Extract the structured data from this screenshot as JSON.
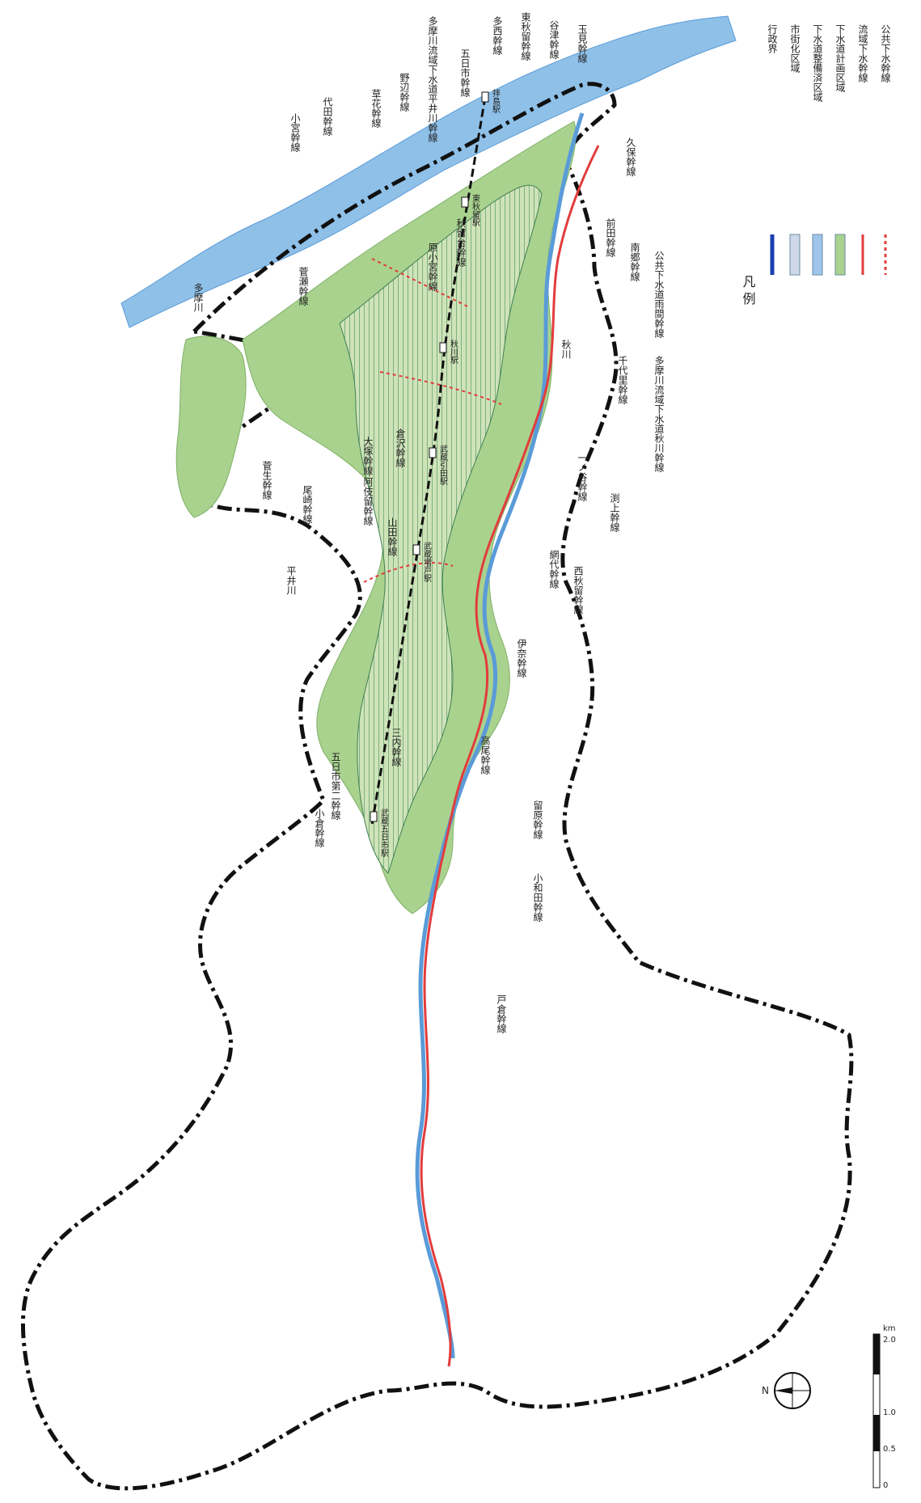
{
  "legend": {
    "title": "凡 例",
    "items": [
      {
        "label": "行政界",
        "color": "#1a3fb0"
      },
      {
        "label": "市街化区域",
        "color": "#cfd8e8"
      },
      {
        "label": "下水道整備済区域",
        "color": "#9fc6ea"
      },
      {
        "label": "下水道計画区域",
        "color": "#a9d28e"
      },
      {
        "label": "流域下水幹線",
        "color": "#e23c3c"
      },
      {
        "label": "公共下水幹線",
        "color": "#e23c3c"
      }
    ]
  },
  "scale": {
    "unit": "km",
    "ticks": [
      "0",
      "0.5",
      "1.0",
      "2.0"
    ]
  },
  "north": "N",
  "rivers": {
    "tama": "多摩川",
    "hirai": "平井川",
    "aki": "秋川"
  },
  "stations": [
    "拝島駅",
    "東秋留駅",
    "秋川駅",
    "武蔵引田駅",
    "武蔵増戸駅",
    "武蔵五日市駅"
  ],
  "labels": [
    "多西幹線",
    "東秋留幹線",
    "谷津幹線",
    "玉見幹線",
    "多摩川流域下水道平井川幹線",
    "五日市幹線",
    "野辺幹線",
    "草花幹線",
    "代田幹線",
    "小宮幹線",
    "久保幹線",
    "前田幹線",
    "秋留台幹線",
    "原小宮幹線",
    "南郷幹線",
    "公共下水道雨間幹線",
    "菅瀬幹線",
    "千代里幹線",
    "多摩川流域下水道秋川幹線",
    "大塚幹線",
    "倉沢幹線",
    "阿伎留幹線",
    "菅生幹線",
    "尾崎幹線",
    "一ノ谷幹線",
    "渕上幹線",
    "山田幹線",
    "網代幹線",
    "西秋留幹線",
    "伊奈幹線",
    "高尾幹線",
    "三内幹線",
    "五日市第二幹線",
    "小倉幹線",
    "留原幹線",
    "小和田幹線",
    "戸倉幹線"
  ]
}
